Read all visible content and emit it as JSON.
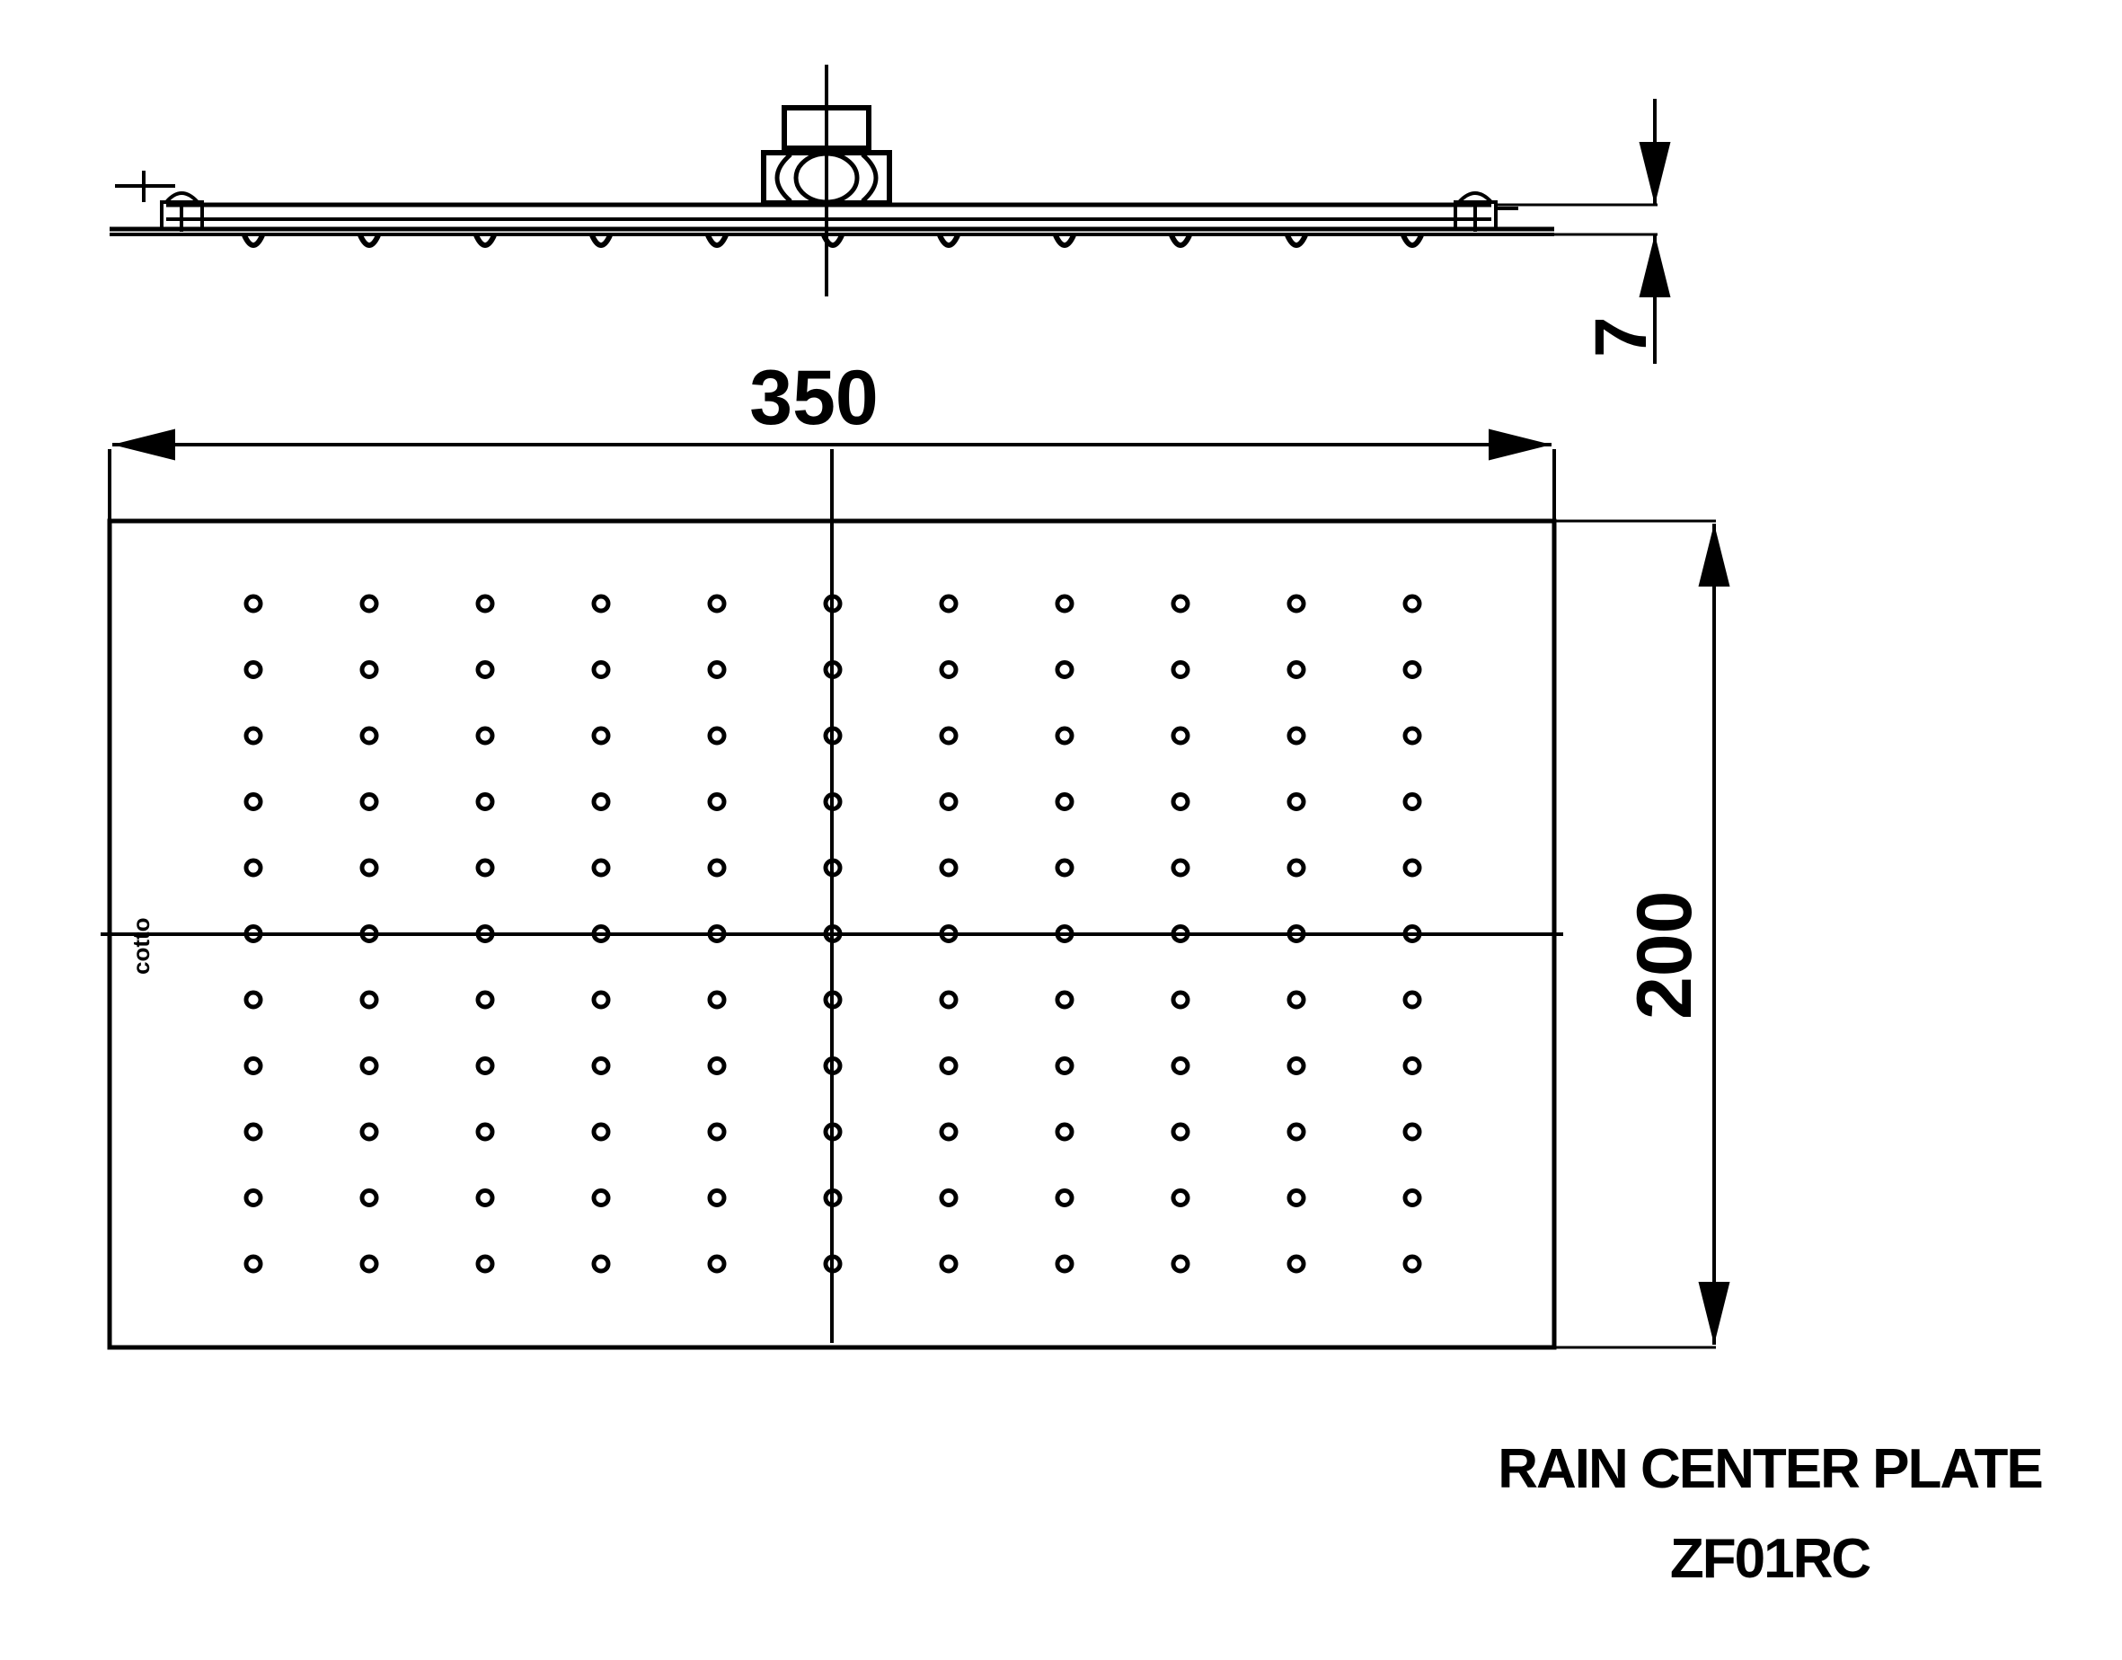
{
  "dimensions": {
    "width": "350",
    "height": "200",
    "thickness": "7"
  },
  "title": {
    "line1": "RAIN CENTER PLATE",
    "line2": "ZF01RC"
  },
  "logo_text": "cotto",
  "nozzle_grid": {
    "columns": 11,
    "rows": 11
  }
}
